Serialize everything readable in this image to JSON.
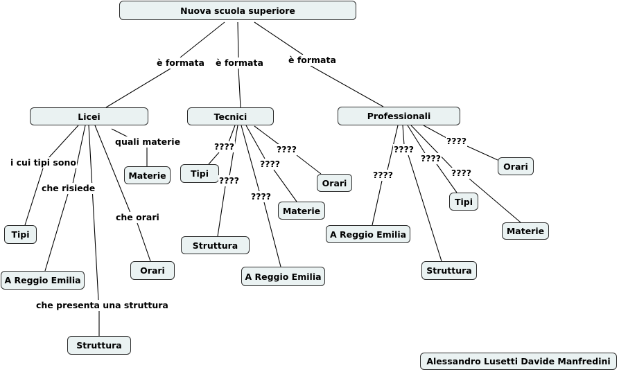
{
  "nodes": {
    "root": "Nuova scuola superiore",
    "licei": "Licei",
    "tecnici": "Tecnici",
    "professionali": "Professionali",
    "licei_materie": "Materie",
    "licei_tipi": "Tipi",
    "licei_reggio": "A Reggio Emilia",
    "licei_orari": "Orari",
    "licei_struttura": "Struttura",
    "tecnici_tipi": "Tipi",
    "tecnici_orari": "Orari",
    "tecnici_materie": "Materie",
    "tecnici_struttura": "Struttura",
    "tecnici_reggio": "A Reggio Emilia",
    "prof_orari": "Orari",
    "prof_tipi": "Tipi",
    "prof_materie": "Materie",
    "prof_reggio": "A Reggio Emilia",
    "prof_struttura": "Struttura",
    "authors": "Alessandro Lusetti  Davide Manfredini"
  },
  "labels": {
    "root_licei": "è formata",
    "root_tecnici": "è formata",
    "root_prof": "è formata",
    "licei_tipi": "i cui tipi sono",
    "licei_reggio": "che risiede",
    "licei_materie": "quali materie",
    "licei_orari": "che orari",
    "licei_struttura": "che presenta una struttura",
    "tecnici_tipi": "????",
    "tecnici_struttura": "????",
    "tecnici_materie": "????",
    "tecnici_orari": "????",
    "tecnici_reggio": "????",
    "prof_reggio": "????",
    "prof_struttura": "????",
    "prof_tipi": "????",
    "prof_materie": "????",
    "prof_orari": "????"
  }
}
